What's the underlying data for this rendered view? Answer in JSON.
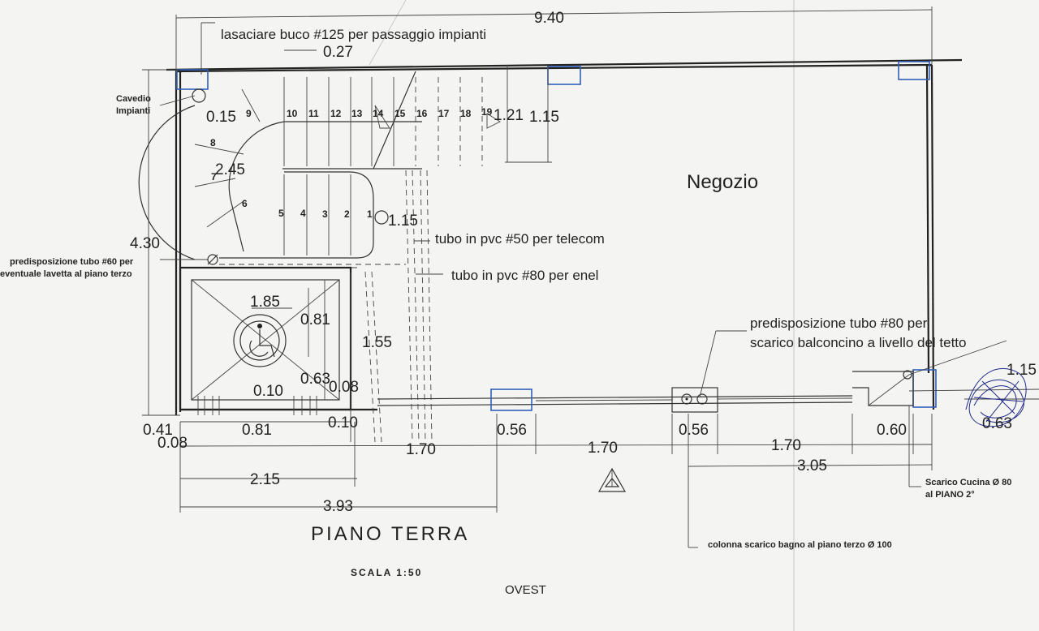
{
  "room_label": "Negozio",
  "plan_title": "PIANO TERRA",
  "scale_label": "SCALA 1:50",
  "orientation_label": "OVEST",
  "notes": {
    "hole": "lasaciare buco #125 per passaggio impianti",
    "cavedio_line1": "Cavedio",
    "cavedio_line2": "Impianti",
    "lavetta_line1": "predisposizione tubo #60 per",
    "lavetta_line2": "eventuale lavetta al piano terzo",
    "telecom": "tubo in pvc #50 per telecom",
    "enel": "tubo in pvc #80 per enel",
    "balcony_line1": "predisposizione tubo #80 per",
    "balcony_line2": "scarico balconcino a livello del tetto",
    "kitchen_line1": "Scarico Cucina Ø 80",
    "kitchen_line2": "al PIANO 2°",
    "column": "colonna scarico bagno al piano terzo Ø 100"
  },
  "step_numbers": [
    "1",
    "2",
    "3",
    "4",
    "5",
    "6",
    "7",
    "8",
    "9",
    "10",
    "11",
    "12",
    "13",
    "14",
    "15",
    "16",
    "17",
    "18",
    "19"
  ],
  "dimensions": {
    "total_width": "9.40",
    "tread": "0.27",
    "stair_a": "0.15",
    "stair_radius": "2.45",
    "stair_b": "1.21",
    "stair_c": "1.15",
    "stair_d": "1.15",
    "height": "4.30",
    "lift_width": "1.85",
    "lift_a": "0.81",
    "lift_height": "1.55",
    "lift_b": "0.10",
    "lift_c": "0.63",
    "lift_d": "0.08",
    "left_a": "0.41",
    "left_b": "0.08",
    "door_a": "0.81",
    "door_b": "0.10",
    "seg_window_a": "0.56",
    "seg_window_b": "0.56",
    "seg_a": "1.70",
    "seg_b": "1.70",
    "seg_c": "1.70",
    "seg_d": "0.60",
    "total_right": "3.05",
    "total_left_a": "2.15",
    "total_left_b": "3.93"
  }
}
